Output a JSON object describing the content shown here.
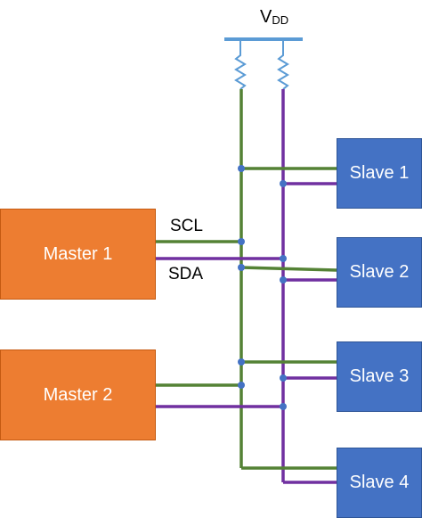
{
  "supply": {
    "label_main": "V",
    "label_sub": "DD"
  },
  "bus_labels": {
    "scl": "SCL",
    "sda": "SDA"
  },
  "masters": [
    {
      "label": "Master 1"
    },
    {
      "label": "Master 2"
    }
  ],
  "slaves": [
    {
      "label": "Slave 1"
    },
    {
      "label": "Slave 2"
    },
    {
      "label": "Slave 3"
    },
    {
      "label": "Slave 4"
    }
  ],
  "colors": {
    "scl": "#548235",
    "sda": "#7030A0",
    "master": "#ED7D31",
    "slave": "#4472C4",
    "vdd_rail": "#5B9BD5",
    "resistor": "#5B9BD5"
  }
}
